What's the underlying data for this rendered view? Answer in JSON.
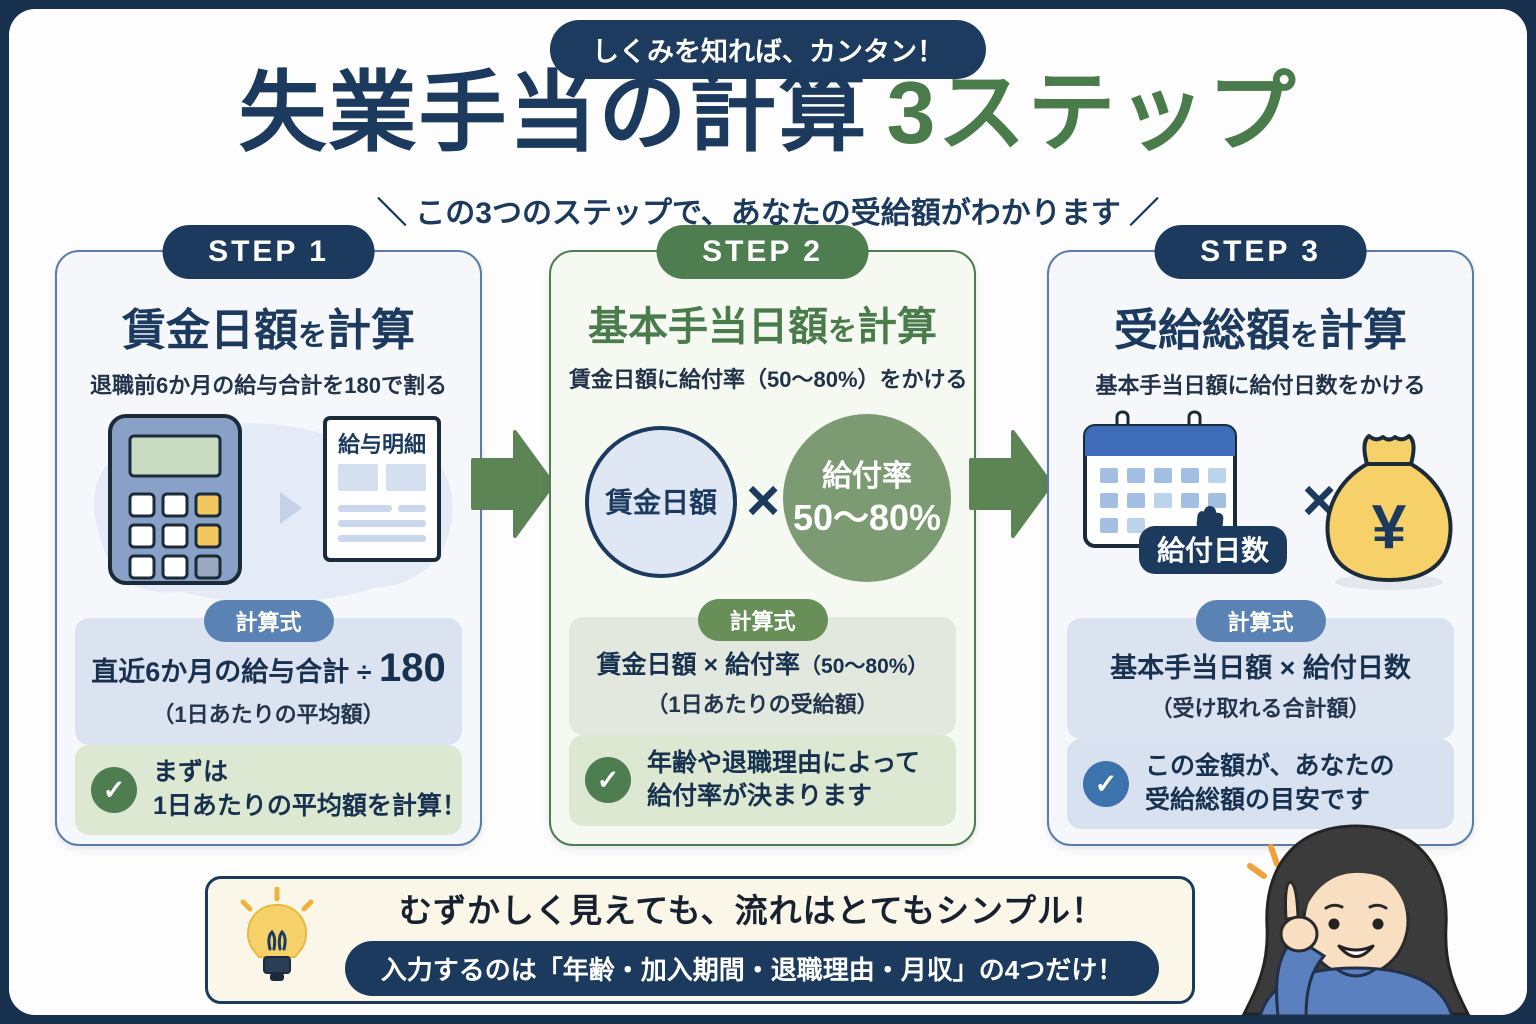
{
  "header": {
    "badge": "しくみを知れば、カンタン！",
    "title_main": "失業手当の計算",
    "title_accent": "3ステップ",
    "subtitle": "＼ この3つのステップで、あなたの受給額がわかります ／"
  },
  "steps": [
    {
      "badge": "STEP 1",
      "title_main": "賃金日額",
      "title_particle": "を",
      "title_suffix": "計算",
      "subtitle": "退職前6か月の給与合計を180で割る",
      "formula_badge": "計算式",
      "formula_a": "直近6か月の給与合計 ÷ ",
      "formula_b": "180",
      "formula_paren": "（1日あたりの平均額）",
      "check": "✓",
      "note_line1": "まずは",
      "note_line2": "1日あたりの平均額を計算！",
      "illo": {
        "doc_label": "給与明細"
      }
    },
    {
      "badge": "STEP 2",
      "title_main": "基本手当日額",
      "title_particle": "を",
      "title_suffix": "計算",
      "subtitle": "賃金日額に給付率（50～80%）をかける",
      "formula_badge": "計算式",
      "formula_a": "賃金日額 × 給付率",
      "formula_b": "（50～80%）",
      "formula_paren": "（1日あたりの受給額）",
      "check": "✓",
      "note_line1": "年齢や退職理由によって",
      "note_line2": "給付率が決まります",
      "illo": {
        "circle1": "賃金日額",
        "times": "×",
        "circle2_line1": "給付率",
        "circle2_line2": "50～80%"
      }
    },
    {
      "badge": "STEP 3",
      "title_main": "受給総額",
      "title_particle": "を",
      "title_suffix": "計算",
      "subtitle": "基本手当日額に給付日数をかける",
      "formula_badge": "計算式",
      "formula_a": "基本手当日額 × 給付日数",
      "formula_b": "",
      "formula_paren": "（受け取れる合計額）",
      "check": "✓",
      "note_line1": "この金額が、あなたの",
      "note_line2": "受給総額の目安です",
      "illo": {
        "tag": "給付日数",
        "times": "×",
        "bag_symbol": "¥"
      }
    }
  ],
  "bottom": {
    "headline": "むずかしく見えても、流れはとてもシンプル！",
    "pill": "入力するのは「年齢・加入期間・退職理由・月収」の4つだけ！"
  },
  "colors": {
    "navy": "#1b3a5e",
    "green": "#4e7d4f",
    "arrow_green": "#5d8455",
    "cream": "#faf6e8",
    "bag_yellow": "#f6d169"
  }
}
